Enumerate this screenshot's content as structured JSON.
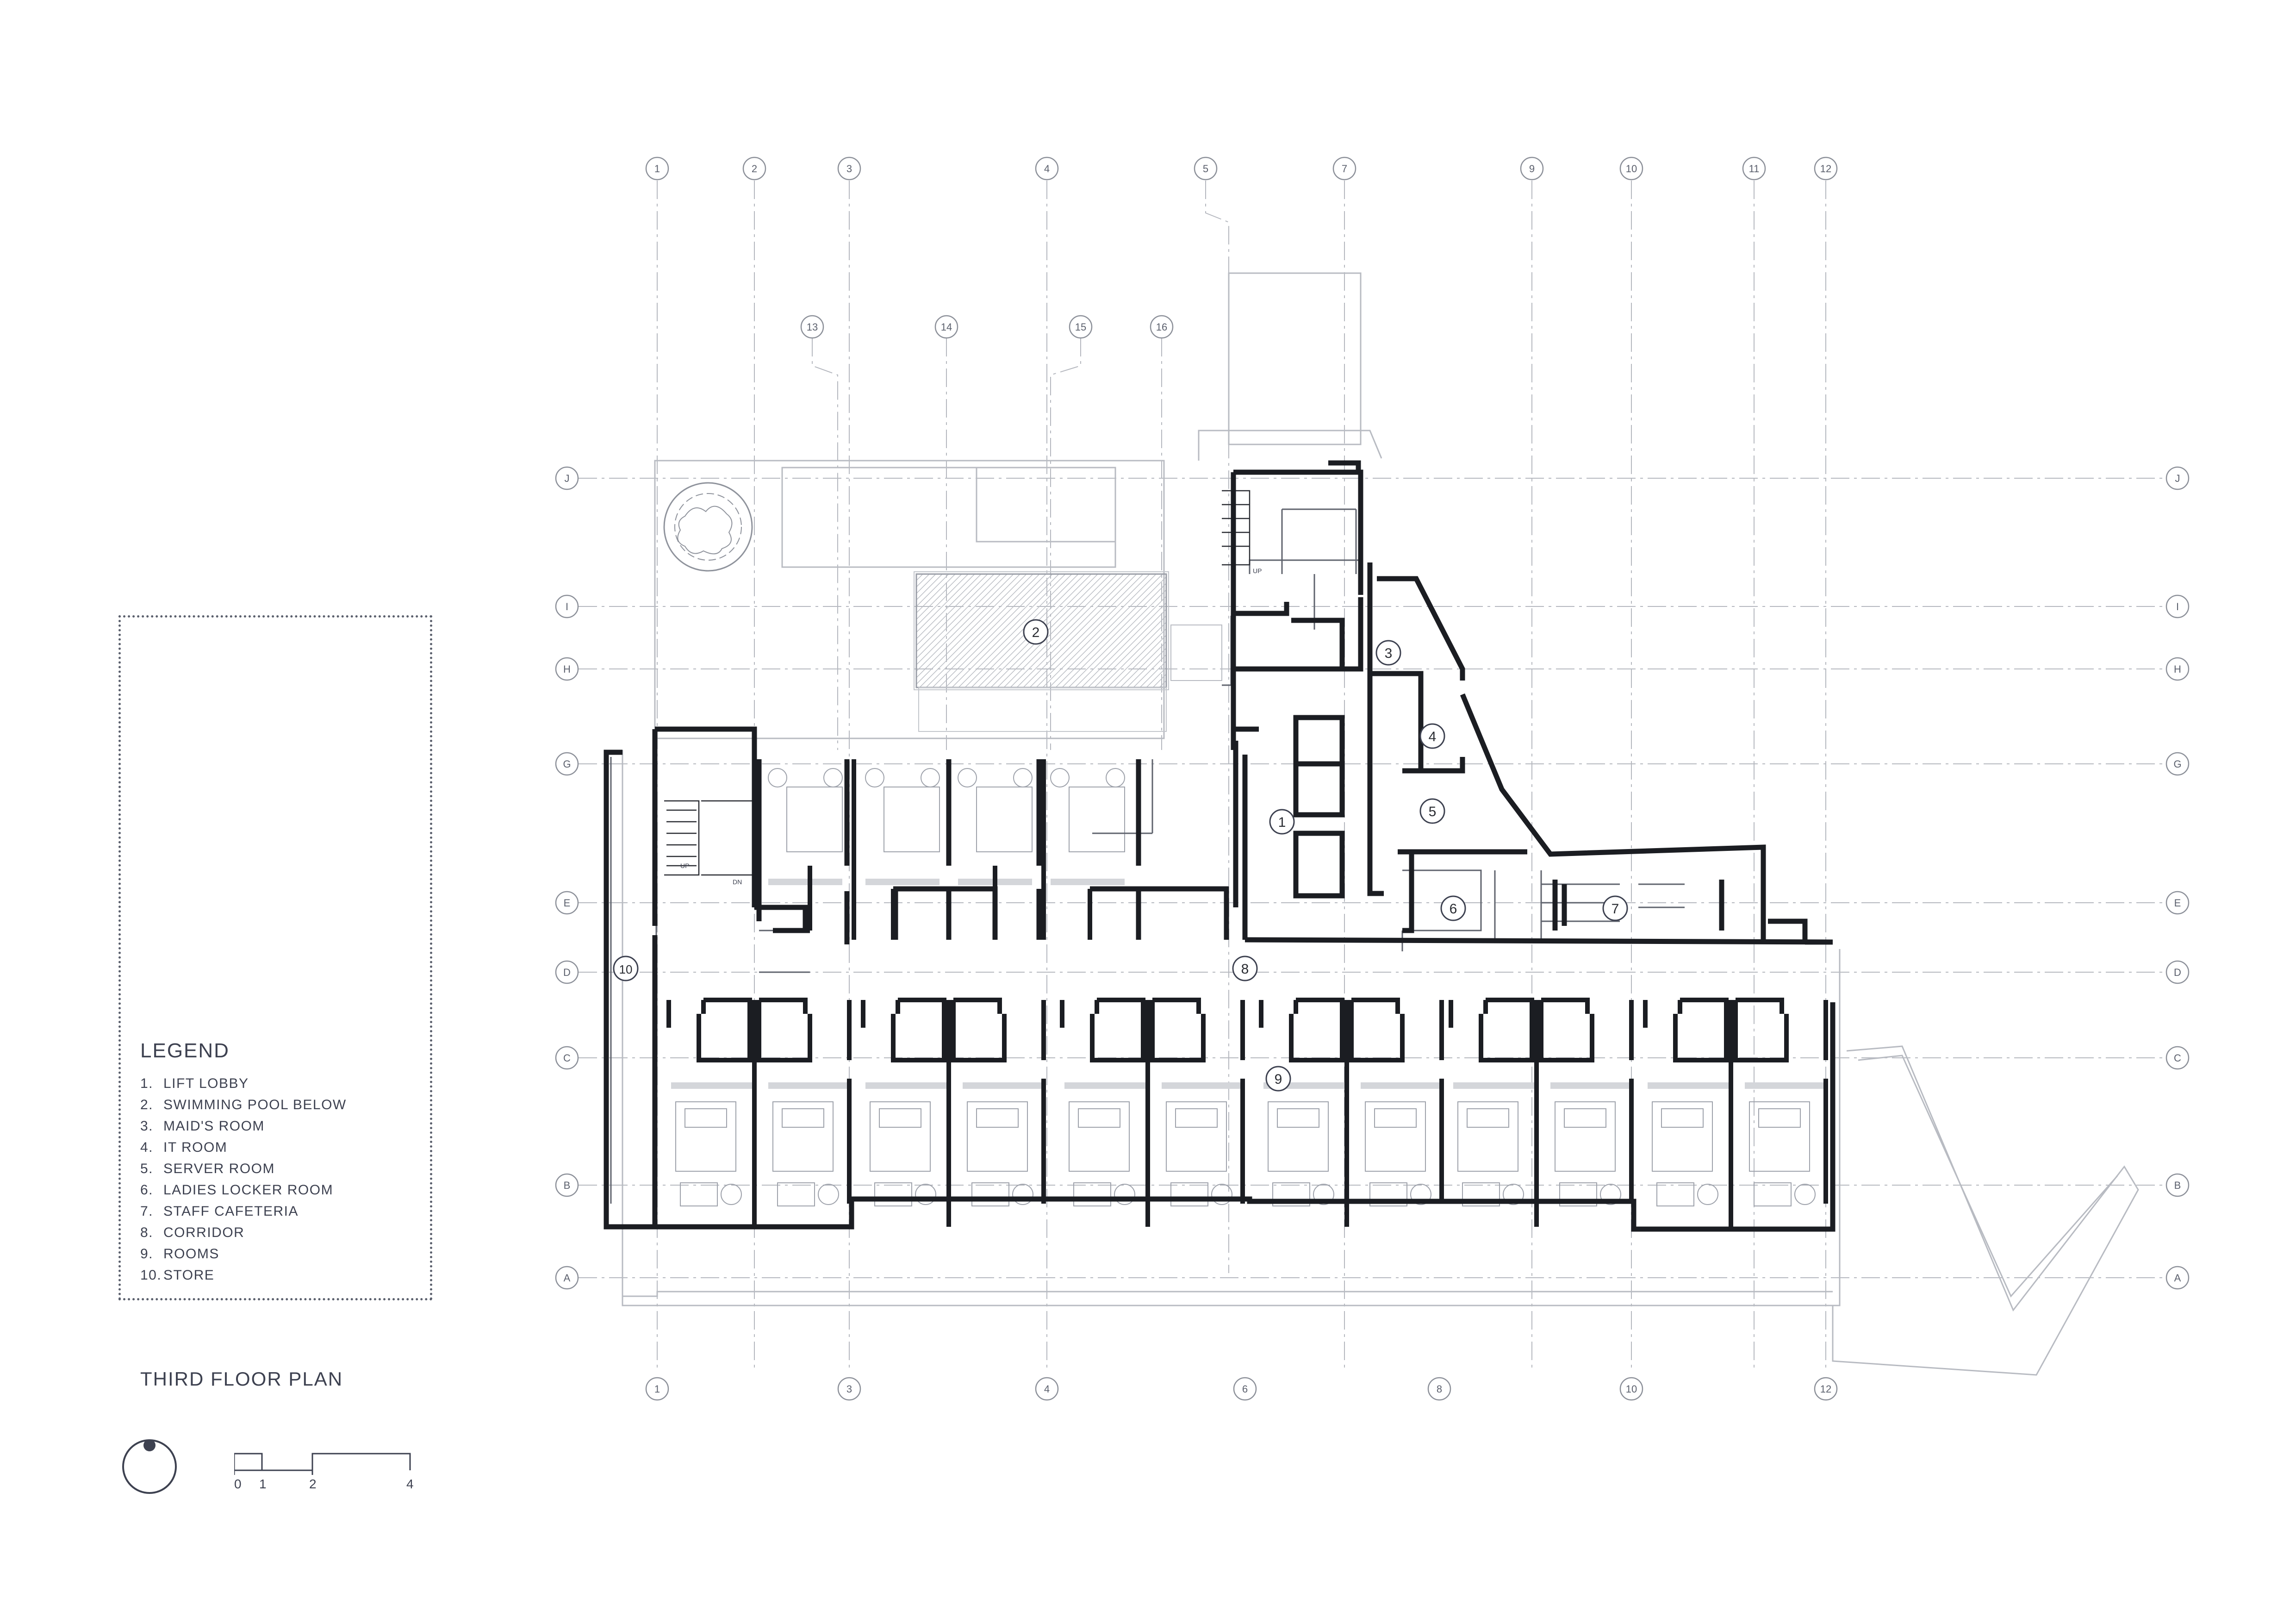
{
  "legend": {
    "title": "LEGEND",
    "items": [
      {
        "num": "1.",
        "label": "LIFT LOBBY"
      },
      {
        "num": "2.",
        "label": "SWIMMING POOL BELOW"
      },
      {
        "num": "3.",
        "label": "MAID'S ROOM"
      },
      {
        "num": "4.",
        "label": "IT ROOM"
      },
      {
        "num": "5.",
        "label": "SERVER ROOM"
      },
      {
        "num": "6.",
        "label": "LADIES LOCKER ROOM"
      },
      {
        "num": "7.",
        "label": "STAFF CAFETERIA"
      },
      {
        "num": "8.",
        "label": "CORRIDOR"
      },
      {
        "num": "9.",
        "label": "ROOMS"
      },
      {
        "num": "10.",
        "label": "STORE"
      }
    ]
  },
  "plan_title": "THIRD FLOOR PLAN",
  "scale_labels": [
    "0",
    "1",
    "2",
    "4"
  ],
  "grid": {
    "top_bubbles": [
      "1",
      "2",
      "3",
      "4",
      "5",
      "7",
      "9",
      "10",
      "11",
      "12"
    ],
    "inner_bubbles": [
      "13",
      "14",
      "15",
      "16"
    ],
    "bottom_bubbles": [
      "1",
      "3",
      "4",
      "6",
      "8",
      "10",
      "12"
    ],
    "row_bubbles": [
      "J",
      "I",
      "H",
      "G",
      "E",
      "D",
      "C",
      "B",
      "A"
    ]
  },
  "room_tags": [
    "1",
    "2",
    "3",
    "4",
    "5",
    "6",
    "7",
    "8",
    "9",
    "10"
  ],
  "stair_labels": {
    "up": "UP",
    "dn": "DN"
  },
  "colors": {
    "ink": "#3d4150",
    "grid": "#a9acb4",
    "wall": "#1b1d22",
    "thin": "#8c9099"
  }
}
